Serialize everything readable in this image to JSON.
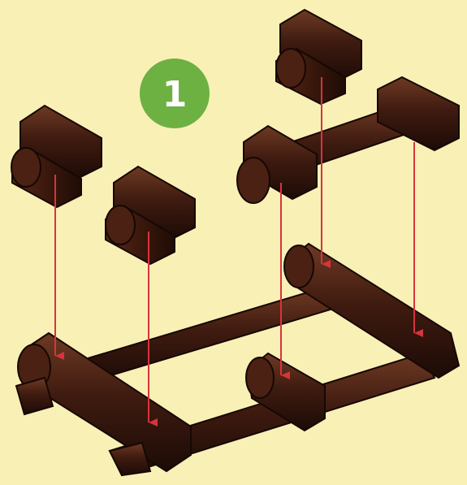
{
  "step": {
    "number": "1"
  },
  "colors": {
    "background": "#f9f0b6",
    "badge": "#6db143",
    "badge_text": "#ffffff",
    "log_dark": "#241009",
    "log_mid": "#4a2113",
    "log_light": "#6e3a23",
    "guide_arrow": "#d8343c"
  },
  "parts": {
    "loose_connectors": 4,
    "connector_bar": 1,
    "base_frame": 1,
    "guide_arrows": 5
  }
}
